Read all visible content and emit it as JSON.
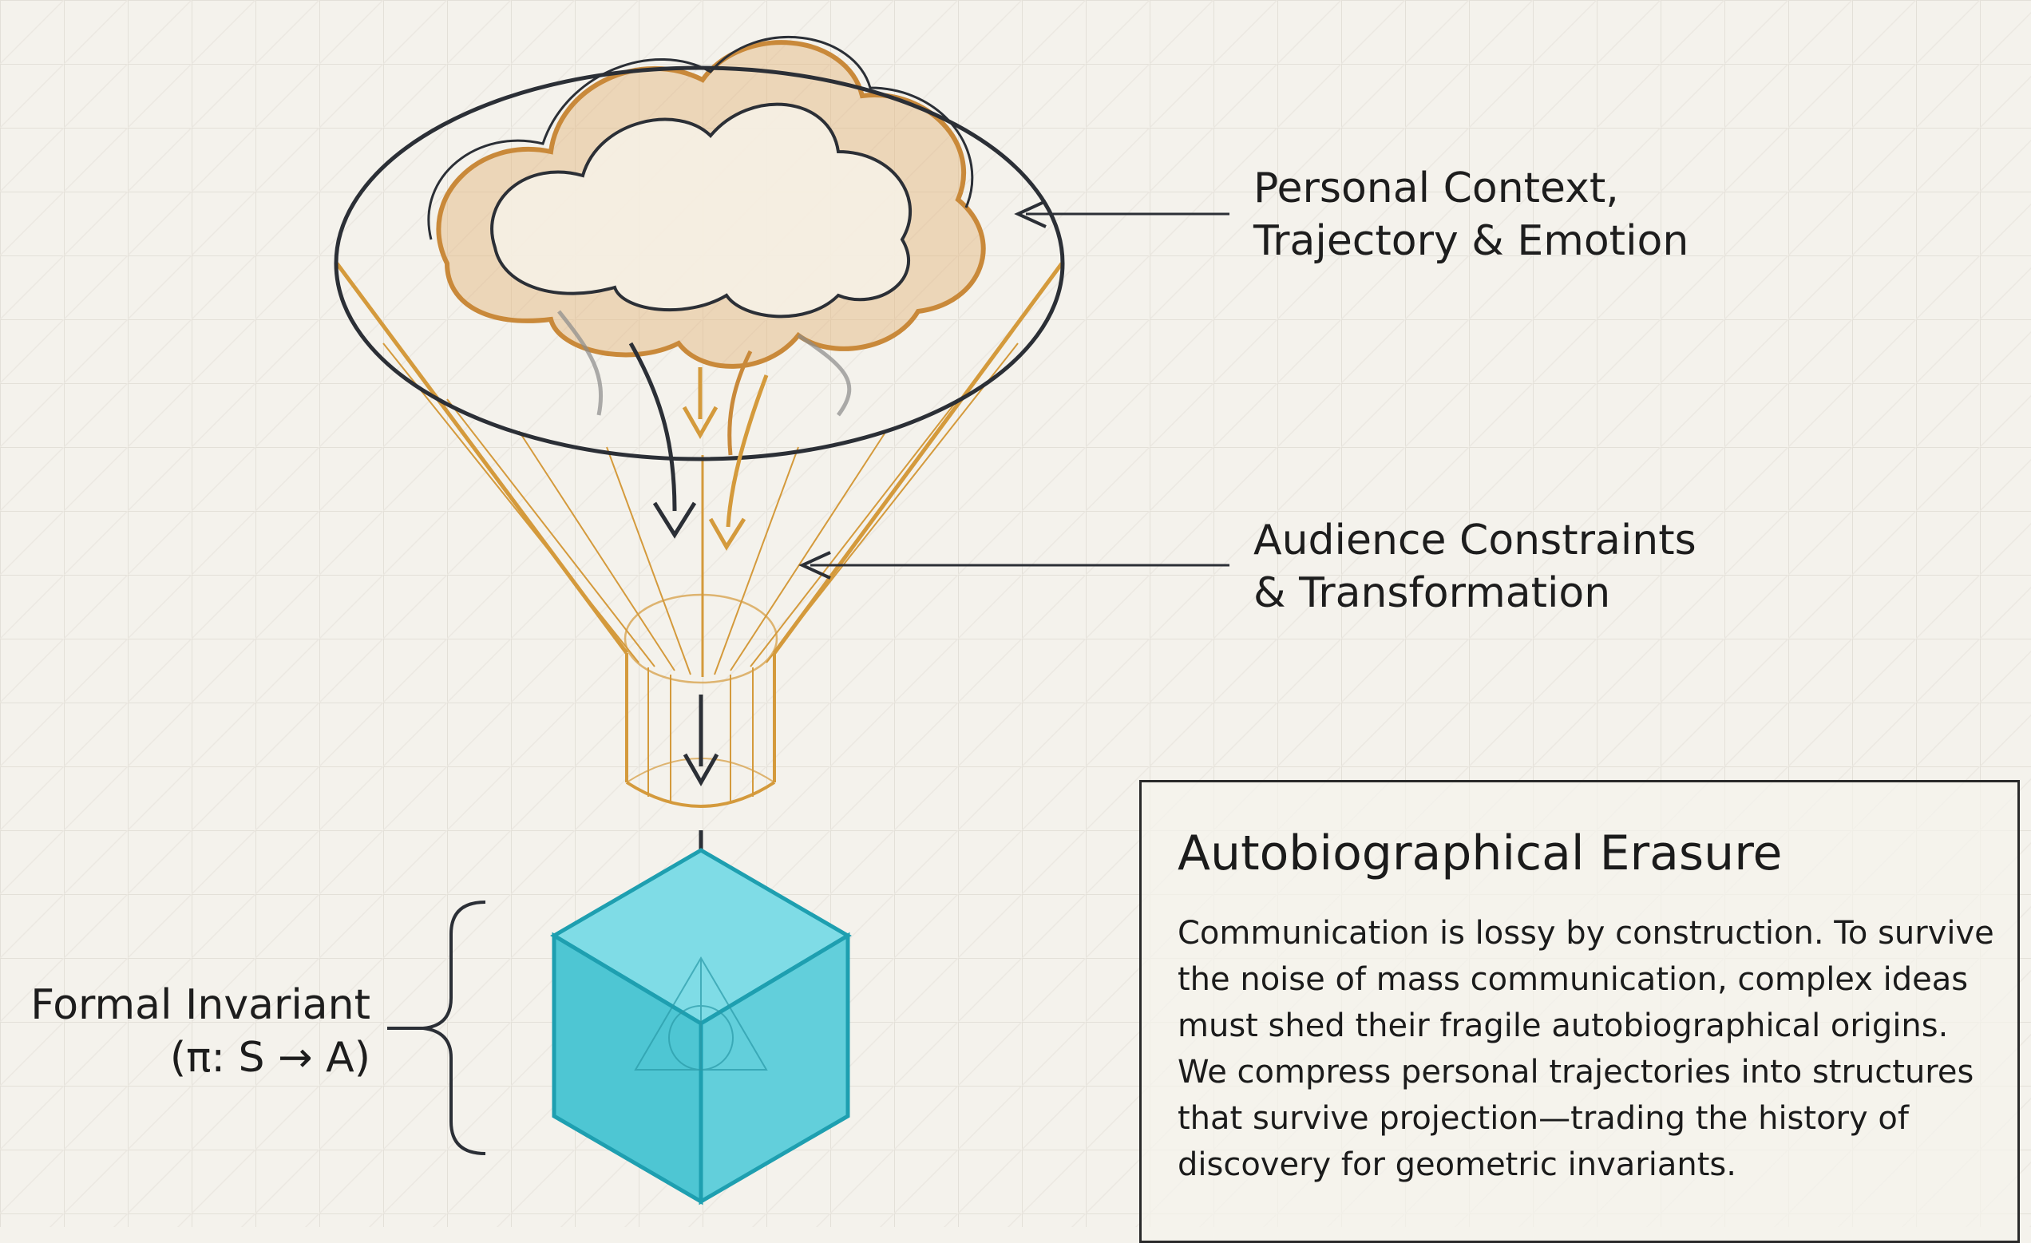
{
  "labels": {
    "top": [
      "Personal Context,",
      "Trajectory & Emotion"
    ],
    "middle": [
      "Audience Constraints",
      "& Transformation"
    ],
    "left": [
      "Formal Invariant",
      "(π: S → A)"
    ]
  },
  "text_box": {
    "title": "Autobiographical Erasure",
    "body_lines": [
      "Communication is lossy by construction. To survive",
      "the noise of mass communication, complex ideas",
      "must shed their fragile autobiographical origins.",
      "We compress personal trajectories into structures",
      "that survive projection—trading the history of",
      "discovery for geometric invariants."
    ]
  },
  "colors": {
    "background": "#f4f2ec",
    "funnel": "#d49a3c",
    "ink": "#2b2f36",
    "cube": "#5fd0dc",
    "cube_edge": "#1e9fb0"
  }
}
